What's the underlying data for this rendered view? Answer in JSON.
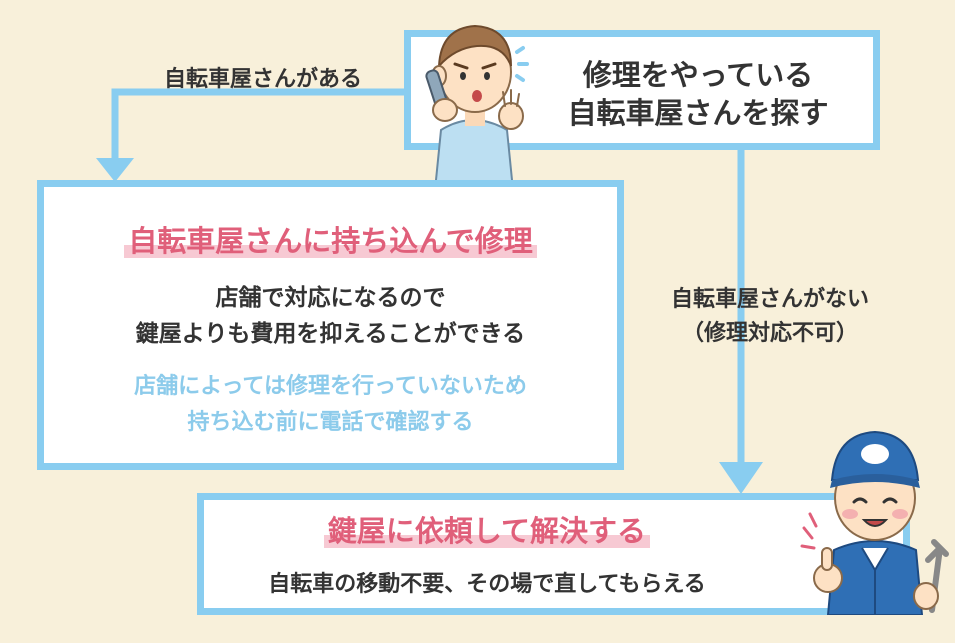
{
  "start_box": {
    "line1": "修理をやっている",
    "line2": "自転車屋さんを探す"
  },
  "yes_label": "自転車屋さんがある",
  "no_label": {
    "line1": "自転車屋さんがない",
    "line2": "（修理対応不可）"
  },
  "shop_box": {
    "title": "自転車屋さんに持ち込んで修理",
    "body1": "店舗で対応になるので",
    "body2": "鍵屋よりも費用を抑えることができる",
    "note1": "店舗によっては修理を行っていないため",
    "note2": "持ち込む前に電話で確認する"
  },
  "locksmith_box": {
    "title": "鍵屋に依頼して解決する",
    "body": "自転車の移動不要、その場で直してもらえる"
  },
  "colors": {
    "background": "#f8f0da",
    "box_border": "#89cdf0",
    "arrow": "#89cdf0",
    "title_pink": "#e05f7a",
    "note_blue": "#8ccbeb",
    "text": "#333333"
  },
  "illustrations": [
    "worried-person-on-phone",
    "smiling-mechanic-with-wrench"
  ]
}
